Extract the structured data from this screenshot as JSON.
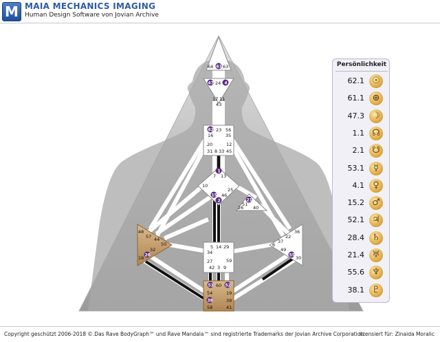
{
  "header": {
    "title": "MAIA MECHANICS IMAGING",
    "subtitle": "Human Design Software von Jovian Archive",
    "logo_letter": "M"
  },
  "panel": {
    "title": "Persönlichkeit",
    "rows": [
      {
        "value": "62.1",
        "icon": "sun-icon",
        "glyph": "☉"
      },
      {
        "value": "61.1",
        "icon": "earth-icon",
        "glyph": "⊕"
      },
      {
        "value": "47.3",
        "icon": "moon-icon",
        "glyph": "☽"
      },
      {
        "value": "1.1",
        "icon": "north-node-icon",
        "glyph": "☊"
      },
      {
        "value": "2.1",
        "icon": "south-node-icon",
        "glyph": "☋"
      },
      {
        "value": "53.1",
        "icon": "mercury-icon",
        "glyph": "☿"
      },
      {
        "value": "4.1",
        "icon": "venus-icon",
        "glyph": "♀"
      },
      {
        "value": "15.2",
        "icon": "mars-icon",
        "glyph": "♂"
      },
      {
        "value": "52.1",
        "icon": "jupiter-icon",
        "glyph": "♃"
      },
      {
        "value": "28.4",
        "icon": "saturn-icon",
        "glyph": "♄"
      },
      {
        "value": "21.4",
        "icon": "uranus-icon",
        "glyph": "♅"
      },
      {
        "value": "55.6",
        "icon": "neptune-icon",
        "glyph": "♆"
      },
      {
        "value": "38.1",
        "icon": "pluto-icon",
        "glyph": "♇"
      }
    ]
  },
  "bodygraph": {
    "head_gates": [
      "64",
      "61",
      "63"
    ],
    "ajna_gates": [
      "47",
      "24",
      "4",
      "17",
      "11",
      "43"
    ],
    "throat_gates": [
      "62",
      "23",
      "56",
      "16",
      "35",
      "20",
      "12",
      "31",
      "8",
      "33",
      "45"
    ],
    "g_gates": [
      "1",
      "7",
      "13",
      "10",
      "25",
      "15",
      "46",
      "2"
    ],
    "ego_gates": [
      "21",
      "51",
      "26",
      "40"
    ],
    "spleen_gates": [
      "48",
      "57",
      "44",
      "50",
      "32",
      "28",
      "18"
    ],
    "sacral_gates": [
      "5",
      "14",
      "29",
      "34",
      "27",
      "42",
      "3",
      "9",
      "59"
    ],
    "solar_plexus_gates": [
      "36",
      "22",
      "37",
      "6",
      "49",
      "55",
      "30"
    ],
    "root_gates": [
      "53",
      "60",
      "52",
      "54",
      "19",
      "38",
      "39",
      "58",
      "41"
    ],
    "active_gates": [
      "61",
      "47",
      "4",
      "62",
      "1",
      "15",
      "2",
      "21",
      "28",
      "55",
      "53",
      "52",
      "38"
    ]
  },
  "footer": {
    "copyright": "Copyright geschützt 2006-2018 ©.Das Rave BodyGraph™ und Rave Mandala™ sind registrierte Trademarks der Jovian Archive Corporation.",
    "license": "lizensiert für: Zinaida Moralic"
  },
  "colors": {
    "accent": "#2d5aa6",
    "active_gate": "#5a2a82",
    "defined_center": "#c59a62",
    "silhouette": "#a9a9a9"
  }
}
